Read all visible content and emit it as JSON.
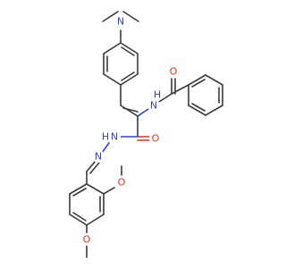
{
  "atom_labels": {
    "n_dimethylamino": "N",
    "n_amide": "N",
    "h_amide": "H",
    "o_amide": "O",
    "o_hydrazide": "O",
    "n_hydrazide": "N",
    "h_hydrazide": "H",
    "n_imine": "N",
    "o_methoxy_2": "O",
    "o_methoxy_4": "O"
  },
  "colors": {
    "carbon_bond": "#3b3b3b",
    "nitrogen": "#2f3fe0",
    "oxygen": "#e8311a",
    "background": "#ffffff"
  }
}
